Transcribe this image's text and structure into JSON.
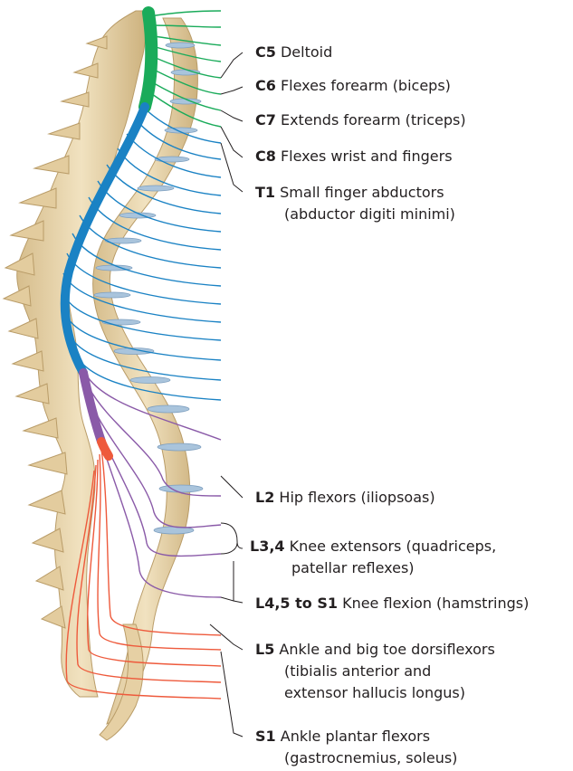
{
  "labels": {
    "c5": {
      "code": "C5",
      "text": "Deltoid"
    },
    "c6": {
      "code": "C6",
      "text": "Flexes forearm (biceps)"
    },
    "c7": {
      "code": "C7",
      "text": "Extends forearm (triceps)"
    },
    "c8": {
      "code": "C8",
      "text": "Flexes wrist and fingers"
    },
    "t1": {
      "code": "T1",
      "text": "Small finger abductors",
      "line2": "(abductor digiti minimi)"
    },
    "l2": {
      "code": "L2",
      "text": "Hip flexors (iliopsoas)"
    },
    "l34": {
      "code": "L3,4",
      "text": "Knee extensors (quadriceps,",
      "line2": "patellar reflexes)"
    },
    "l45s1": {
      "code": "L4,5 to S1",
      "text": "Knee flexion (hamstrings)"
    },
    "l5": {
      "code": "L5",
      "text": "Ankle and big toe dorsiflexors",
      "line2": "(tibialis anterior and",
      "line3": "extensor hallucis longus)"
    },
    "s1": {
      "code": "S1",
      "text": "Ankle plantar flexors",
      "line2": "(gastrocnemius, soleus)"
    }
  },
  "colors": {
    "cervical": "#1aab5a",
    "thoracic": "#1a82c4",
    "lumbar": "#8a5aa8",
    "sacral": "#ee5a3c",
    "bone": "#e8d5ad",
    "bone_shadow": "#c7ae80",
    "disc": "#a9c4dc",
    "leader": "#231f20"
  }
}
